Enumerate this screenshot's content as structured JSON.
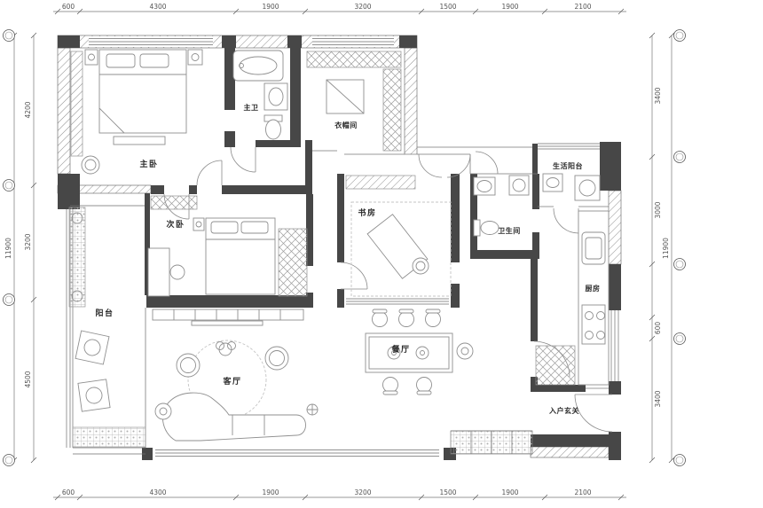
{
  "plan": {
    "rooms": {
      "master_bedroom": "主卧",
      "master_bath": "主卫",
      "cloakroom": "衣帽间",
      "second_bedroom": "次卧",
      "study": "书房",
      "bathroom": "卫生间",
      "utility_balcony": "生活阳台",
      "kitchen": "厨房",
      "balcony": "阳台",
      "living_room": "客厅",
      "dining_room": "餐厅",
      "entry_foyer": "入户玄关"
    },
    "dimensions": {
      "top": [
        "600",
        "4300",
        "1900",
        "3200",
        "1500",
        "1900",
        "2100"
      ],
      "bottom": [
        "600",
        "4300",
        "1900",
        "3200",
        "1500",
        "1900",
        "2100"
      ],
      "left": {
        "segments": [
          "4200",
          "3200",
          "4500"
        ],
        "total": "11900"
      },
      "right": {
        "segments": [
          "3400",
          "3000",
          "600",
          "3400"
        ],
        "total": "11900"
      }
    },
    "colors": {
      "wall": "#474747",
      "furniture_line": "#8f8f8f",
      "dimension": "#555555",
      "background": "#ffffff"
    }
  }
}
